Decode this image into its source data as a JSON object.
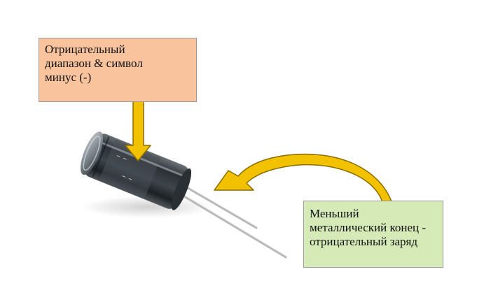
{
  "labels": {
    "negative_band": {
      "lines": [
        "Отрицательный",
        "диапазон & символ",
        "минус (-)"
      ],
      "fill": "#f9c39d"
    },
    "shorter_lead": {
      "lines": [
        "Меньший",
        "металлический конец -",
        "отрицательный заряд"
      ],
      "fill": "#d6eab8"
    }
  },
  "colors": {
    "arrow_fill": "#f2c200",
    "arrow_stroke": "#8a6d00",
    "capacitor_body": "#2a2f34",
    "capacitor_highlight": "#9aa3aa",
    "lead": "#bdbdbd"
  },
  "icons": [
    "capacitor-illustration",
    "down-arrow-icon",
    "curved-arrow-icon"
  ]
}
